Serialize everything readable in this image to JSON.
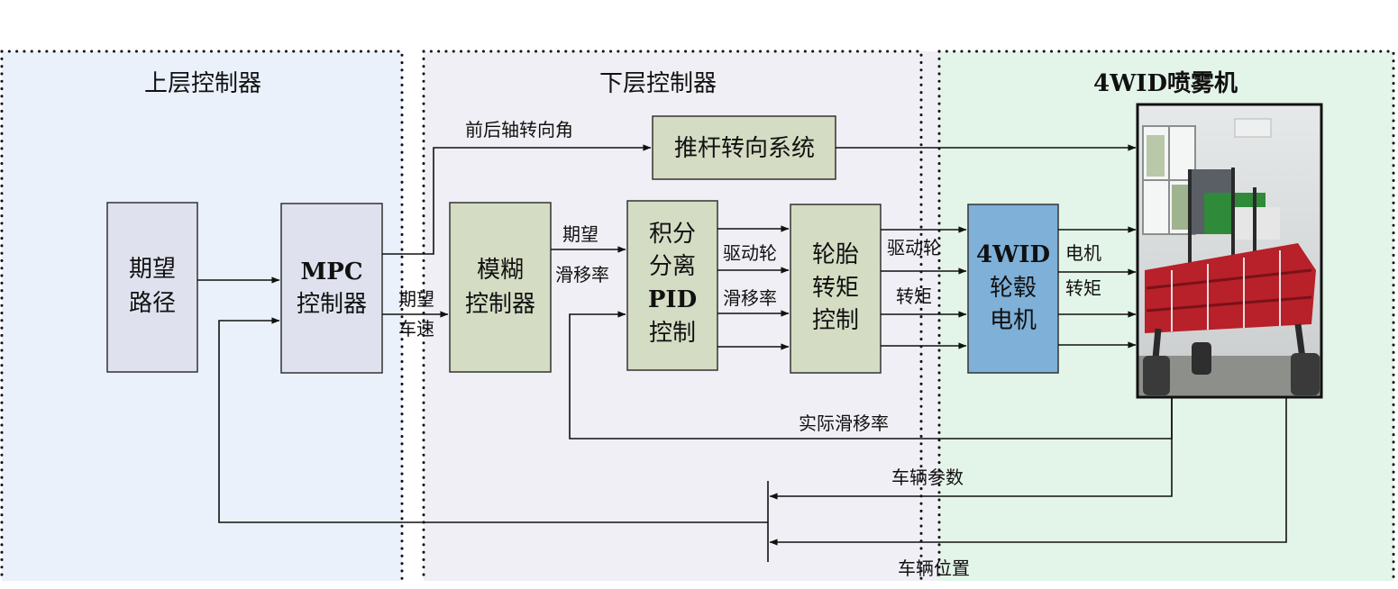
{
  "regions": {
    "upper": {
      "title": "上层控制器",
      "bg": "#eaf1fb"
    },
    "lower": {
      "title": "下层控制器",
      "bg": "#f0eff5"
    },
    "vehicle": {
      "title": "4WID喷雾机",
      "bg": "#e3f4e8"
    }
  },
  "blocks": {
    "desired_path": {
      "line1": "期望",
      "line2": "路径",
      "fill": "#dfe2ee"
    },
    "mpc": {
      "line1": "MPC",
      "line2": "控制器",
      "fill": "#dfe2ee"
    },
    "fuzzy": {
      "line1": "模糊",
      "line2": "控制器",
      "fill": "#d4dcc3"
    },
    "pid": {
      "line1": "积分",
      "line2": "分离",
      "line3": "PID",
      "line4": "控制",
      "fill": "#d4dcc3"
    },
    "tire_torque": {
      "line1": "轮胎",
      "line2": "转矩",
      "line3": "控制",
      "fill": "#d4dcc3"
    },
    "steering": {
      "label": "推杆转向系统",
      "fill": "#d4dcc3"
    },
    "hub_motor": {
      "line1": "4WID",
      "line2": "轮毂",
      "line3": "电机",
      "fill": "#7eb0d8"
    }
  },
  "labels": {
    "front_rear_angle": "前后轴转向角",
    "desired_speed_1": "期望",
    "desired_speed_2": "车速",
    "desired_slip_1": "期望",
    "desired_slip_2": "滑移率",
    "drive_wheel_1": "驱动轮",
    "slip_rate": "滑移率",
    "drive_wheel_2": "驱动轮",
    "torque": "转矩",
    "motor": "电机",
    "motor_torque": "转矩",
    "actual_slip": "实际滑移率",
    "vehicle_params": "车辆参数",
    "vehicle_position": "车辆位置"
  },
  "photo": {
    "subject": "4WID sprayer vehicle photo",
    "colors": {
      "body": "#b8202a",
      "frame": "#3a3a3a",
      "room": "#d9dde0"
    }
  }
}
